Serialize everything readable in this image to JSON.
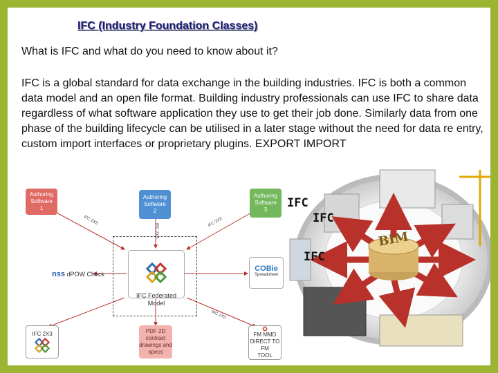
{
  "title": "IFC (Industry Foundation Classes)",
  "question": "What is IFC and what do you need to know about it?",
  "body": "IFC is a global standard for data exchange in the building industries. IFC is both a common data model and an open file format. Building industry professionals can use IFC to share data regardless of what software application they use to get their job done. Similarly data from one phase of the building lifecycle can be utilised in a later stage without the need for data re entry, custom import interfaces or proprietary plugins. EXPORT IMPORT",
  "diagram": {
    "authoring1": "Authoring\nSoftware\n1",
    "authoring2": "Authoring\nSoftware\n2",
    "authoring3": "Authoring\nSoftware\n3",
    "center": "IFC Federated\nModel",
    "dpow": "dPOW Check",
    "dpow_logo": "nss",
    "cobie_title": "COBie",
    "cobie_sub": "Spreadsheet",
    "ifc_bottom_left": "IFC 2X3",
    "pdf_box": "PDF 2D\ncontract\ndrawings and\nspecs",
    "fm_box": "FM MMD\nDIRECT TO FM\nTOOL",
    "arrow_left": "IFC 2X3",
    "arrow_mid": "IFC 2X3",
    "arrow_right": "IFC 2X3",
    "arrow_bottom": "IFC 2X3"
  },
  "bim": {
    "hub_label": "BIM",
    "ifc_labels": [
      "IFC",
      "IFC",
      "IFC"
    ]
  },
  "colors": {
    "frame": "#9bb533",
    "title": "#1a1a7a",
    "arrow": "#b8312a"
  }
}
